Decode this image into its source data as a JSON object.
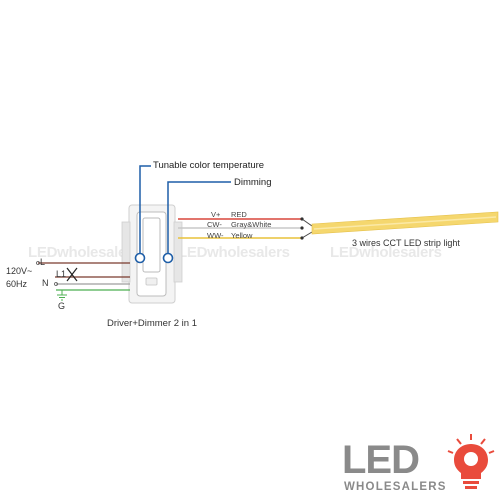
{
  "callouts": {
    "tunable": "Tunable color temperature",
    "dimming": "Dimming"
  },
  "wires": [
    {
      "code": "V+",
      "color_name": "RED",
      "color": "#d9473b"
    },
    {
      "code": "CW-",
      "color_name": "Gray&White",
      "color": "#c8c8c8"
    },
    {
      "code": "WW-",
      "color_name": "Yellow",
      "color": "#e8c23a"
    }
  ],
  "input": {
    "voltage": "120V~",
    "frequency": "60Hz",
    "line": "L",
    "line_out": "L1",
    "neutral": "N",
    "ground": "G"
  },
  "strip_label": "3 wires CCT LED strip light",
  "device_caption": "Driver+Dimmer 2 in 1",
  "watermark": "LEDwholesalers",
  "logo": {
    "main": "LED",
    "sub": "WHOLESALERS"
  },
  "colors": {
    "accent": "#1f5fa8",
    "strip": "#f5d76e",
    "live_wire": "#7a3b2e",
    "ground_wire": "#4caf50",
    "logo_red": "#e94b3c"
  }
}
